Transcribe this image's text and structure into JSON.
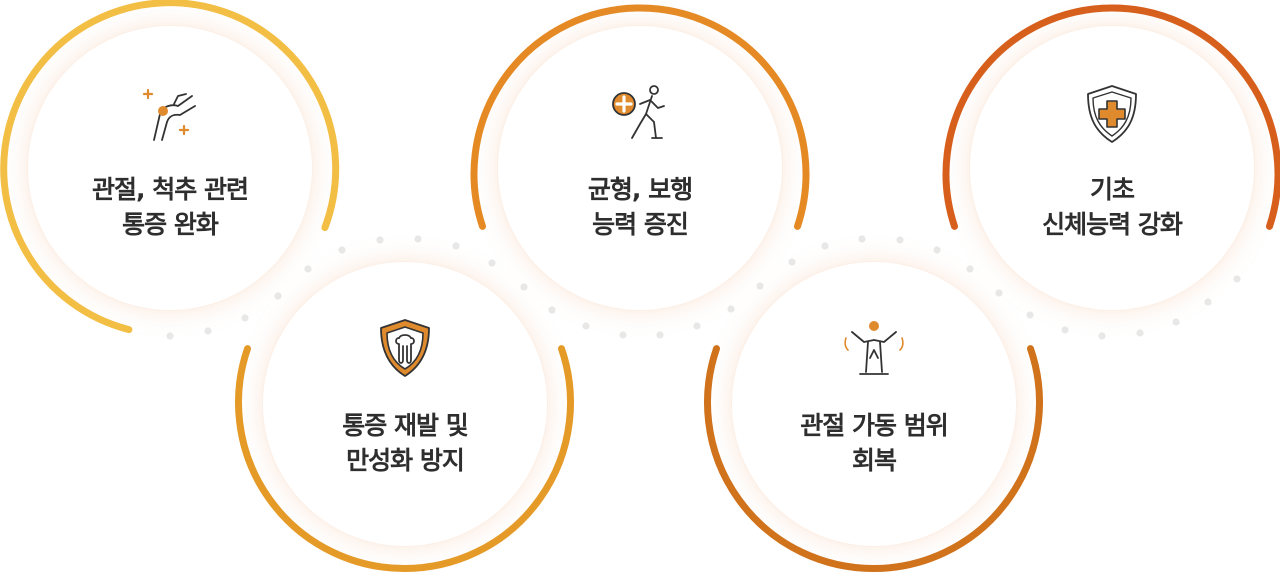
{
  "items": [
    {
      "line1": "관절, 척추 관련",
      "line2": "통증 완화",
      "icon": "knee-joint-icon",
      "color": "#f2bf45"
    },
    {
      "line1": "통증 재발 및",
      "line2": "만성화 방지",
      "icon": "bone-shield-icon",
      "color": "#e59b28"
    },
    {
      "line1": "균형, 보행",
      "line2": "능력 증진",
      "icon": "walking-person-icon",
      "color": "#e58a24"
    },
    {
      "line1": "관절 가동 범위",
      "line2": "회복",
      "icon": "stretching-person-icon",
      "color": "#d0731c"
    },
    {
      "line1": "기초",
      "line2": "신체능력 강화",
      "icon": "medical-shield-icon",
      "color": "#d75f1c"
    }
  ],
  "colors": {
    "accent": "#e08a2e",
    "text": "#2e2e2e",
    "dots": "#e9e9e9"
  }
}
